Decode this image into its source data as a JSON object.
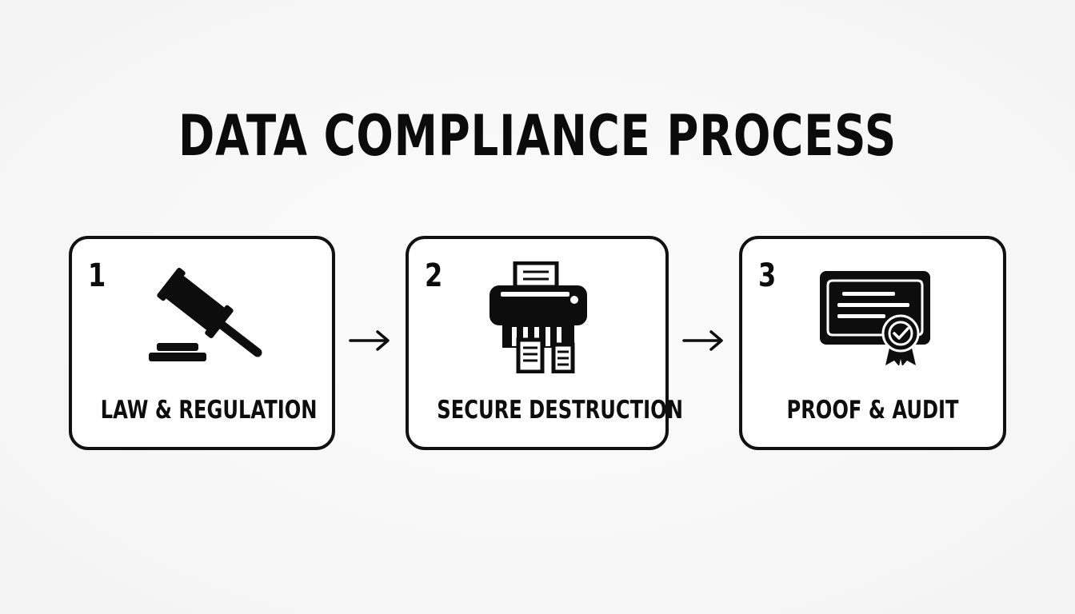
{
  "title": "DATA COMPLIANCE PROCESS",
  "steps": [
    {
      "number": "1",
      "label": "LAW & REGULATION",
      "icon": "gavel-icon"
    },
    {
      "number": "2",
      "label": "SECURE DESTRUCTION",
      "icon": "shredder-icon"
    },
    {
      "number": "3",
      "label": "PROOF & AUDIT",
      "icon": "certificate-icon"
    }
  ],
  "connector_icon": "arrow-right-icon",
  "colors": {
    "ink": "#0d0d0d",
    "background": "#f7f7f7",
    "card_fill": "#ffffff"
  }
}
